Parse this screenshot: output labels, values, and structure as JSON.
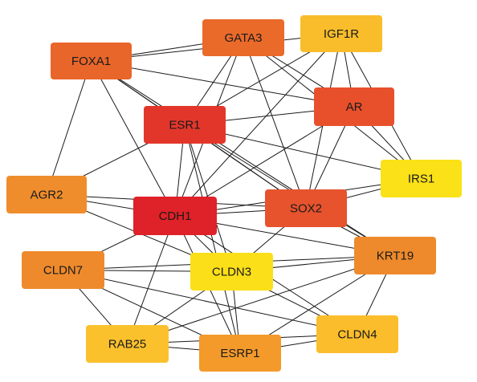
{
  "network": {
    "nodes": [
      {
        "id": "GATA3",
        "label": "GATA3",
        "color": "#ea6a2a"
      },
      {
        "id": "IGF1R",
        "label": "IGF1R",
        "color": "#f9bd2b"
      },
      {
        "id": "FOXA1",
        "label": "FOXA1",
        "color": "#e9662a"
      },
      {
        "id": "AR",
        "label": "AR",
        "color": "#e8502c"
      },
      {
        "id": "ESR1",
        "label": "ESR1",
        "color": "#e3362b"
      },
      {
        "id": "IRS1",
        "label": "IRS1",
        "color": "#fbe117"
      },
      {
        "id": "AGR2",
        "label": "AGR2",
        "color": "#ef8d2c"
      },
      {
        "id": "CDH1",
        "label": "CDH1",
        "color": "#df2129"
      },
      {
        "id": "SOX2",
        "label": "SOX2",
        "color": "#e6532d"
      },
      {
        "id": "CLDN7",
        "label": "CLDN7",
        "color": "#ee8a2c"
      },
      {
        "id": "CLDN3",
        "label": "CLDN3",
        "color": "#fbdf18"
      },
      {
        "id": "KRT19",
        "label": "KRT19",
        "color": "#ee8a2c"
      },
      {
        "id": "RAB25",
        "label": "RAB25",
        "color": "#fbc12d"
      },
      {
        "id": "ESRP1",
        "label": "ESRP1",
        "color": "#f39a2b"
      },
      {
        "id": "CLDN4",
        "label": "CLDN4",
        "color": "#fbbd2b"
      }
    ],
    "edges": [
      [
        "FOXA1",
        "GATA3"
      ],
      [
        "FOXA1",
        "IGF1R"
      ],
      [
        "FOXA1",
        "AR"
      ],
      [
        "FOXA1",
        "ESR1"
      ],
      [
        "FOXA1",
        "AGR2"
      ],
      [
        "FOXA1",
        "CDH1"
      ],
      [
        "FOXA1",
        "SOX2"
      ],
      [
        "FOXA1",
        "KRT19"
      ],
      [
        "GATA3",
        "ESR1"
      ],
      [
        "GATA3",
        "AR"
      ],
      [
        "GATA3",
        "CDH1"
      ],
      [
        "GATA3",
        "SOX2"
      ],
      [
        "GATA3",
        "IRS1"
      ],
      [
        "IGF1R",
        "ESR1"
      ],
      [
        "IGF1R",
        "AR"
      ],
      [
        "IGF1R",
        "IRS1"
      ],
      [
        "IGF1R",
        "CDH1"
      ],
      [
        "IGF1R",
        "SOX2"
      ],
      [
        "AR",
        "ESR1"
      ],
      [
        "AR",
        "CDH1"
      ],
      [
        "AR",
        "SOX2"
      ],
      [
        "AR",
        "IRS1"
      ],
      [
        "ESR1",
        "AGR2"
      ],
      [
        "ESR1",
        "CDH1"
      ],
      [
        "ESR1",
        "SOX2"
      ],
      [
        "ESR1",
        "KRT19"
      ],
      [
        "ESR1",
        "IRS1"
      ],
      [
        "ESR1",
        "CLDN3"
      ],
      [
        "ESR1",
        "ESRP1"
      ],
      [
        "IRS1",
        "SOX2"
      ],
      [
        "IRS1",
        "CDH1"
      ],
      [
        "AGR2",
        "CDH1"
      ],
      [
        "AGR2",
        "CLDN3"
      ],
      [
        "AGR2",
        "SOX2"
      ],
      [
        "CDH1",
        "SOX2"
      ],
      [
        "CDH1",
        "CLDN3"
      ],
      [
        "CDH1",
        "KRT19"
      ],
      [
        "CDH1",
        "CLDN7"
      ],
      [
        "CDH1",
        "RAB25"
      ],
      [
        "CDH1",
        "ESRP1"
      ],
      [
        "CDH1",
        "CLDN4"
      ],
      [
        "SOX2",
        "KRT19"
      ],
      [
        "SOX2",
        "CLDN3"
      ],
      [
        "CLDN7",
        "CLDN3"
      ],
      [
        "CLDN7",
        "RAB25"
      ],
      [
        "CLDN7",
        "ESRP1"
      ],
      [
        "CLDN7",
        "CLDN4"
      ],
      [
        "CLDN7",
        "KRT19"
      ],
      [
        "CLDN3",
        "KRT19"
      ],
      [
        "CLDN3",
        "RAB25"
      ],
      [
        "CLDN3",
        "ESRP1"
      ],
      [
        "CLDN3",
        "CLDN4"
      ],
      [
        "KRT19",
        "ESRP1"
      ],
      [
        "KRT19",
        "CLDN4"
      ],
      [
        "KRT19",
        "RAB25"
      ],
      [
        "RAB25",
        "ESRP1"
      ],
      [
        "RAB25",
        "CLDN4"
      ],
      [
        "ESRP1",
        "CLDN4"
      ]
    ]
  }
}
